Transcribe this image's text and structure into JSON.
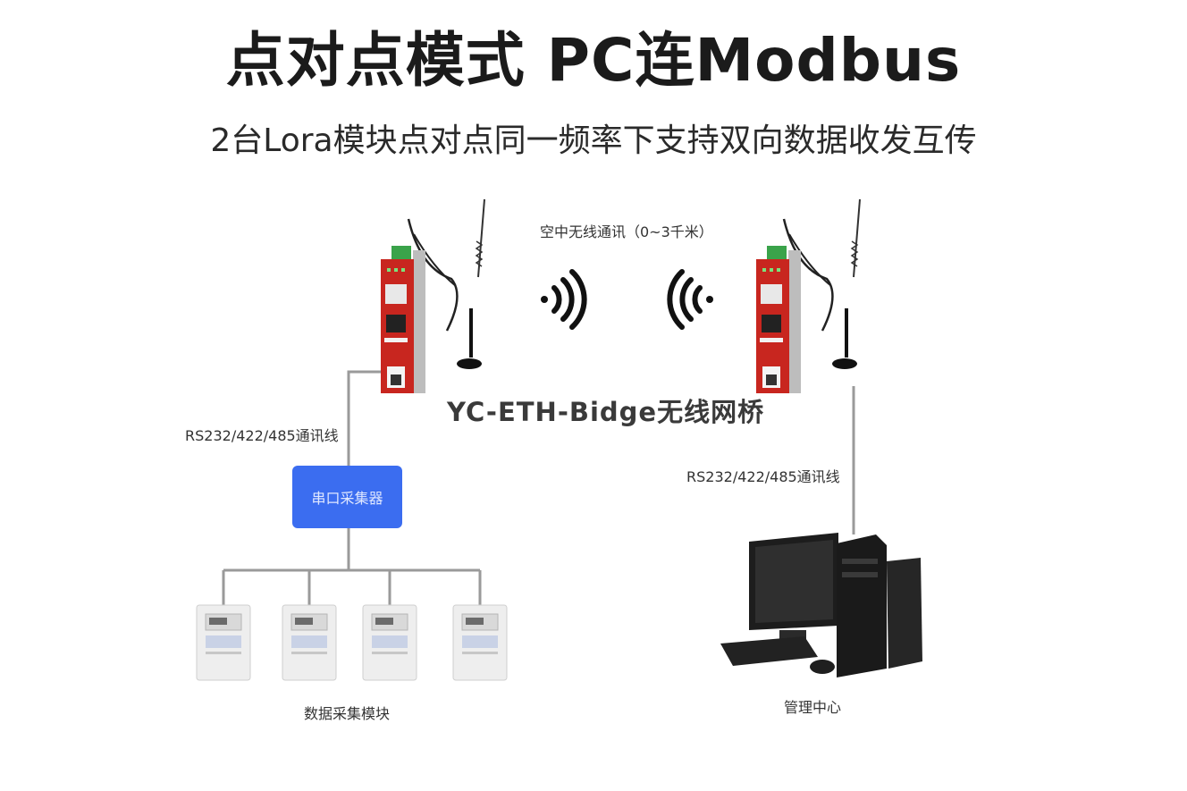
{
  "title": "点对点模式 PC连Modbus",
  "subtitle": "2台Lora模块点对点同一频率下支持双向数据收发互传",
  "wireless_label": "空中无线通讯（0~3千米）",
  "bridge_label": "YC-ETH-Bidge无线网桥",
  "left_cable_label": "RS232/422/485通讯线",
  "right_cable_label": "RS232/422/485通讯线",
  "collector_label": "串口采集器",
  "meters_label": "数据采集模块",
  "pc_label": "管理中心",
  "colors": {
    "device_red": "#c8261f",
    "collector_blue": "#3b6df0",
    "line_gray": "#9a9a9a"
  },
  "icons": [
    "antenna-icon",
    "wifi-signal-icon",
    "energy-meter-icon",
    "desktop-computer-icon"
  ]
}
